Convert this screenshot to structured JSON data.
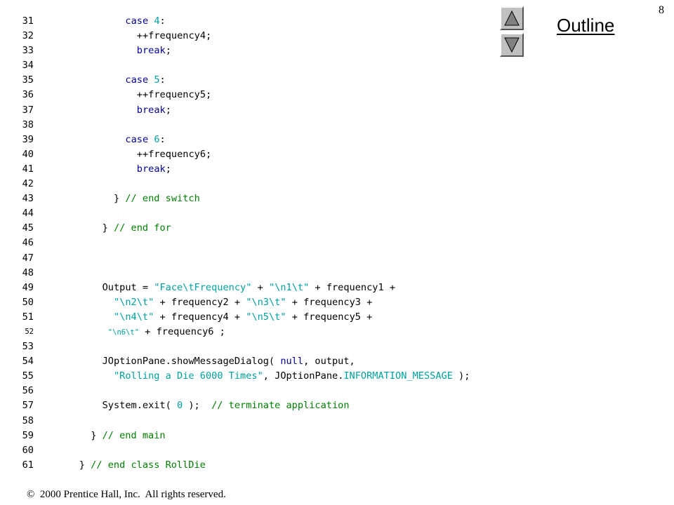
{
  "slide": {
    "page_number": "8",
    "outline_label": "Outline",
    "copyright": "©  2000 Prentice Hall, Inc.  All rights reserved.",
    "icons": {
      "prev": "up-arrow-icon",
      "next": "down-arrow-icon"
    }
  },
  "colors": {
    "keyword": "#00009a",
    "comment": "#008000",
    "string": "#00a0a0",
    "background": "#ffffff",
    "nav_button": "#c0c0c0"
  },
  "code": {
    "lines": [
      {
        "num": "31",
        "indent": 6,
        "spans": [
          [
            "case",
            "kw"
          ],
          [
            " ",
            "plain"
          ],
          [
            "4",
            "num"
          ],
          [
            ":",
            "plain"
          ]
        ]
      },
      {
        "num": "32",
        "indent": 7,
        "spans": [
          [
            "++frequency4;",
            "plain"
          ]
        ]
      },
      {
        "num": "33",
        "indent": 7,
        "spans": [
          [
            "break",
            "kw"
          ],
          [
            ";",
            "plain"
          ]
        ]
      },
      {
        "num": "34",
        "indent": 0,
        "spans": []
      },
      {
        "num": "35",
        "indent": 6,
        "spans": [
          [
            "case",
            "kw"
          ],
          [
            " ",
            "plain"
          ],
          [
            "5",
            "num"
          ],
          [
            ":",
            "plain"
          ]
        ]
      },
      {
        "num": "36",
        "indent": 7,
        "spans": [
          [
            "++frequency5;",
            "plain"
          ]
        ]
      },
      {
        "num": "37",
        "indent": 7,
        "spans": [
          [
            "break",
            "kw"
          ],
          [
            ";",
            "plain"
          ]
        ]
      },
      {
        "num": "38",
        "indent": 0,
        "spans": []
      },
      {
        "num": "39",
        "indent": 6,
        "spans": [
          [
            "case",
            "kw"
          ],
          [
            " ",
            "plain"
          ],
          [
            "6",
            "num"
          ],
          [
            ":",
            "plain"
          ]
        ]
      },
      {
        "num": "40",
        "indent": 7,
        "spans": [
          [
            "++frequency6;",
            "plain"
          ]
        ]
      },
      {
        "num": "41",
        "indent": 7,
        "spans": [
          [
            "break",
            "kw"
          ],
          [
            ";",
            "plain"
          ]
        ]
      },
      {
        "num": "42",
        "indent": 0,
        "spans": []
      },
      {
        "num": "43",
        "indent": 5,
        "spans": [
          [
            "} ",
            "plain"
          ],
          [
            "// end switch",
            "comment"
          ]
        ]
      },
      {
        "num": "44",
        "indent": 0,
        "spans": []
      },
      {
        "num": "45",
        "indent": 4,
        "spans": [
          [
            "} ",
            "plain"
          ],
          [
            "// end for",
            "comment"
          ]
        ]
      },
      {
        "num": "46",
        "indent": 0,
        "spans": []
      },
      {
        "num": "47",
        "indent": 0,
        "spans": []
      },
      {
        "num": "48",
        "indent": 0,
        "spans": []
      },
      {
        "num": "49",
        "indent": 4,
        "spans": [
          [
            "Output = ",
            "plain"
          ],
          [
            "\"Face\\tFrequency\"",
            "string"
          ],
          [
            " + ",
            "plain"
          ],
          [
            "\"\\n1\\t\"",
            "string"
          ],
          [
            " + frequency1 +",
            "plain"
          ]
        ]
      },
      {
        "num": "50",
        "indent": 5,
        "spans": [
          [
            "\"\\n2\\t\"",
            "string"
          ],
          [
            " + frequency2 + ",
            "plain"
          ],
          [
            "\"\\n3\\t\"",
            "string"
          ],
          [
            " + frequency3 +",
            "plain"
          ]
        ]
      },
      {
        "num": "51",
        "indent": 5,
        "spans": [
          [
            "\"\\n4\\t\"",
            "string"
          ],
          [
            " + frequency4 + ",
            "plain"
          ],
          [
            "\"\\n5\\t\"",
            "string"
          ],
          [
            " + frequency5 +",
            "plain"
          ]
        ]
      },
      {
        "num": "52",
        "indent": 4.5,
        "small": true,
        "spans": [
          [
            "\"\\n6\\t\"",
            "string"
          ],
          [
            " + frequency6 ;",
            "plain"
          ]
        ]
      },
      {
        "num": "53",
        "indent": 0,
        "spans": []
      },
      {
        "num": "54",
        "indent": 4,
        "spans": [
          [
            "JOptionPane.showMessageDialog( ",
            "plain"
          ],
          [
            "null",
            "kw"
          ],
          [
            ", output,",
            "plain"
          ]
        ]
      },
      {
        "num": "55",
        "indent": 5,
        "spans": [
          [
            "\"Rolling a Die 6000 Times\"",
            "string"
          ],
          [
            ", JOptionPane.",
            "plain"
          ],
          [
            "INFORMATION_MESSAGE",
            "const"
          ],
          [
            " );",
            "plain"
          ]
        ]
      },
      {
        "num": "56",
        "indent": 0,
        "spans": []
      },
      {
        "num": "57",
        "indent": 4,
        "spans": [
          [
            "System.exit( ",
            "plain"
          ],
          [
            "0",
            "num"
          ],
          [
            " );  ",
            "plain"
          ],
          [
            "// terminate application",
            "comment"
          ]
        ]
      },
      {
        "num": "58",
        "indent": 0,
        "spans": []
      },
      {
        "num": "59",
        "indent": 3,
        "spans": [
          [
            "} ",
            "plain"
          ],
          [
            "// end main",
            "comment"
          ]
        ]
      },
      {
        "num": "60",
        "indent": 0,
        "spans": []
      },
      {
        "num": "61",
        "indent": 2,
        "spans": [
          [
            "} ",
            "plain"
          ],
          [
            "// end class RollDie",
            "comment"
          ]
        ]
      }
    ]
  }
}
